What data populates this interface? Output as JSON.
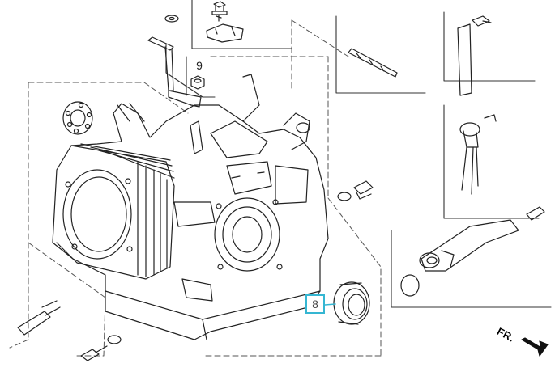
{
  "diagram": {
    "callouts": [
      {
        "id": "9",
        "label": "9"
      },
      {
        "id": "8",
        "label": "8",
        "highlighted": true,
        "highlight_color": "#35b6d2"
      }
    ],
    "direction_label": "FR."
  },
  "colors": {
    "line": "#222222",
    "dash": "#555555",
    "highlight": "#35b6d2"
  }
}
